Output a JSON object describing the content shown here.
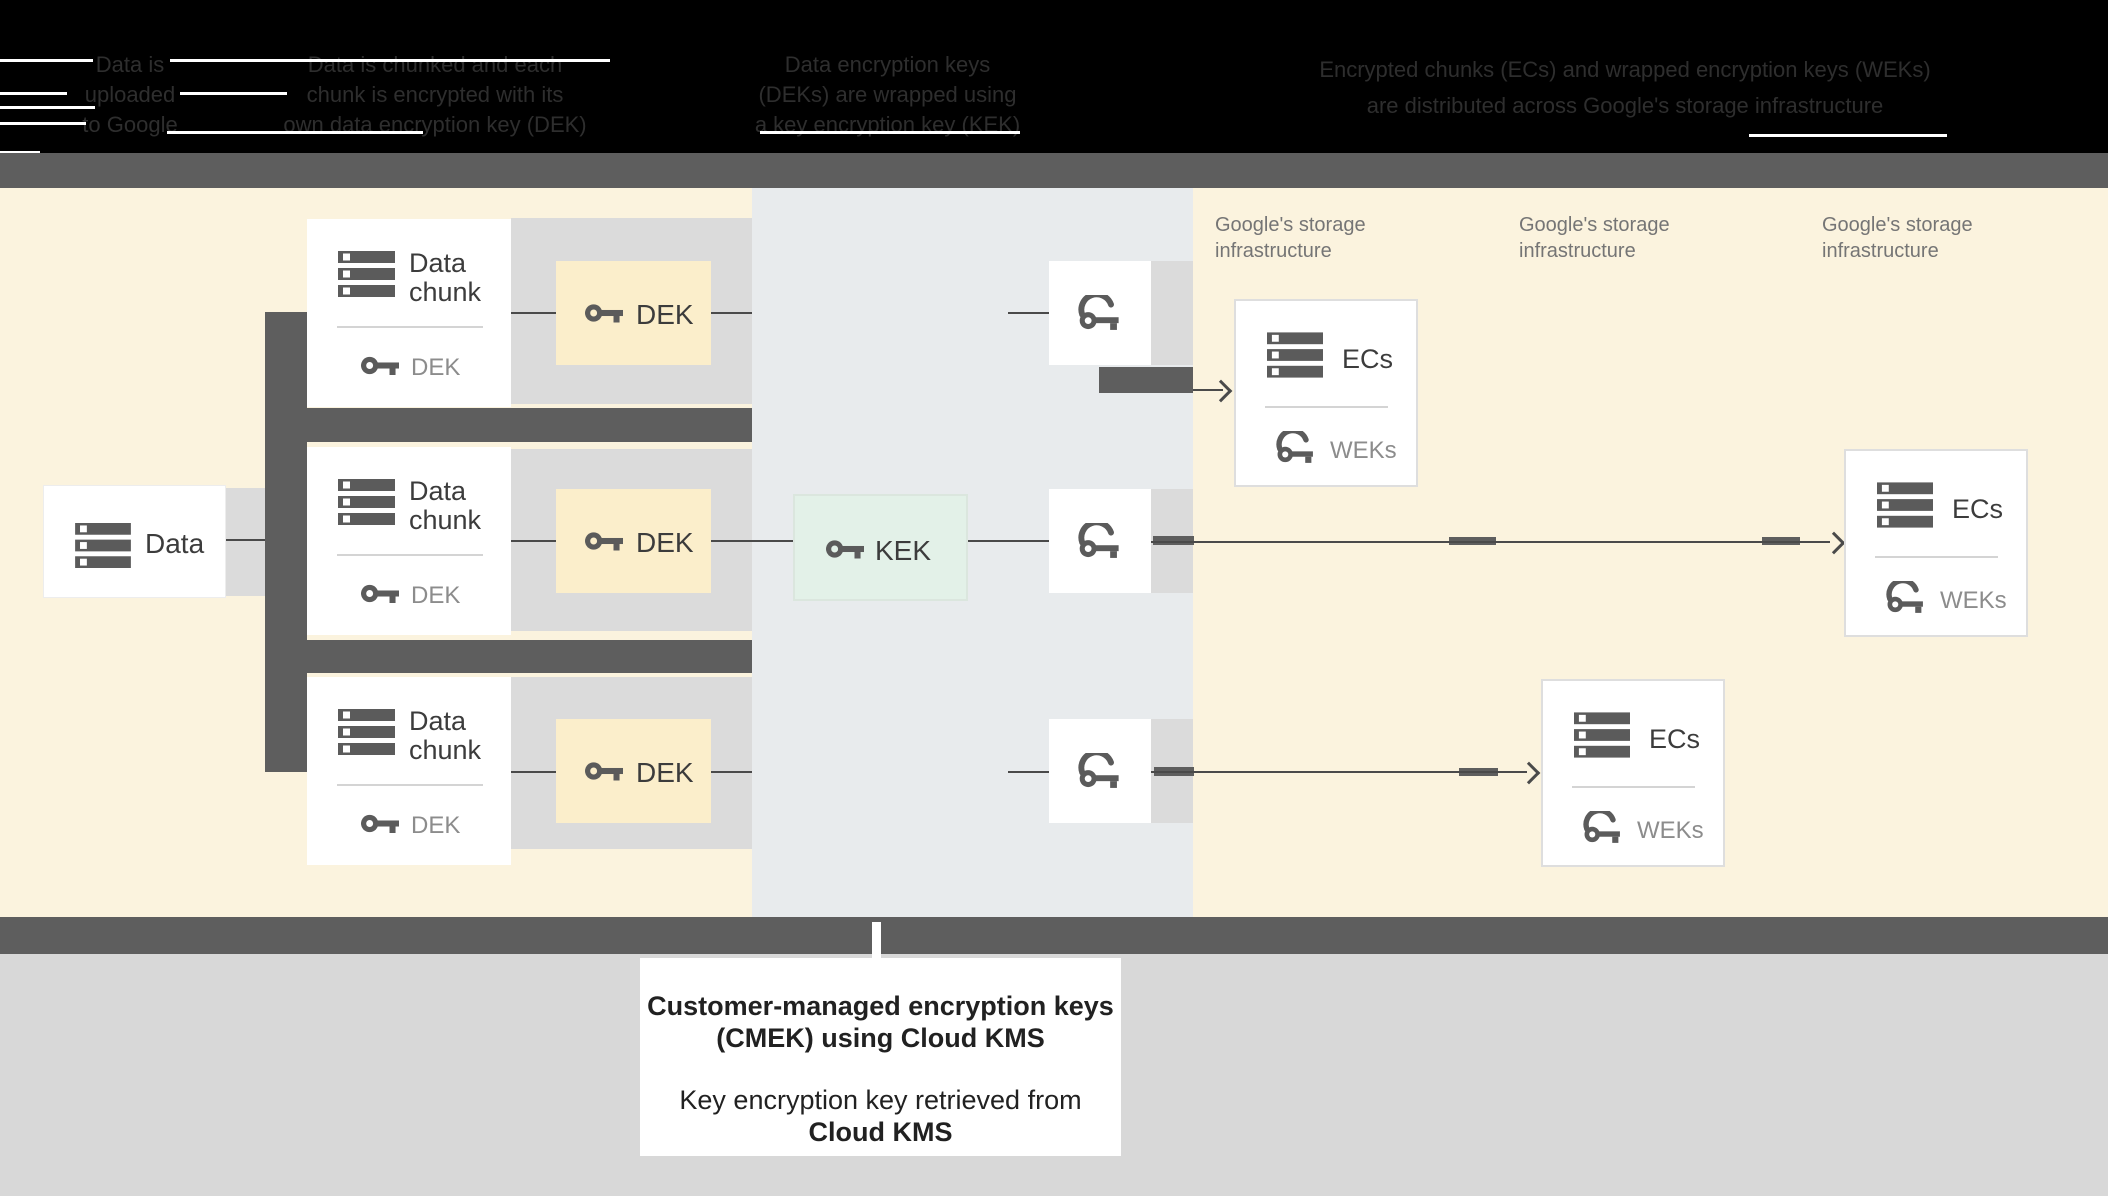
{
  "header": {
    "notes": [
      {
        "lines": [
          "Data is",
          "uploaded",
          "to Google"
        ]
      },
      {
        "lines": [
          "Data is chunked and each",
          "chunk is encrypted with its",
          "own data encryption key (DEK)"
        ]
      },
      {
        "lines": [
          "Data encryption keys",
          "(DEKs) are wrapped using",
          "a key encryption key (KEK)"
        ]
      },
      {
        "lines": [
          "Encrypted chunks (ECs) and wrapped encryption keys (WEKs)",
          "are distributed across Google's storage infrastructure"
        ]
      }
    ]
  },
  "diagram": {
    "data_card": {
      "label": "Data"
    },
    "chunk_cards": [
      {
        "title": "Data chunk",
        "sublabel": "DEK"
      },
      {
        "title": "Data chunk",
        "sublabel": "DEK"
      },
      {
        "title": "Data chunk",
        "sublabel": "DEK"
      }
    ],
    "dek_boxes": [
      {
        "label": "DEK"
      },
      {
        "label": "DEK"
      },
      {
        "label": "DEK"
      }
    ],
    "kek_box": {
      "label": "KEK"
    },
    "storage_labels": [
      {
        "line1": "Google's storage",
        "line2": "infrastructure"
      },
      {
        "line1": "Google's storage",
        "line2": "infrastructure"
      },
      {
        "line1": "Google's storage",
        "line2": "infrastructure"
      }
    ],
    "ec_cards": [
      {
        "title": "ECs",
        "sublabel": "WEKs"
      },
      {
        "title": "ECs",
        "sublabel": "WEKs"
      },
      {
        "title": "ECs",
        "sublabel": "WEKs"
      }
    ]
  },
  "caption": {
    "title_line1": "Customer-managed encryption keys",
    "title_line2": "(CMEK) using Cloud KMS",
    "body_line1": "Key encryption key retrieved from",
    "body_line2": "Cloud KMS"
  },
  "colors": {
    "cream_background": "#FBF3DE",
    "dek_yellow": "#FBEECB",
    "kms_panel_blue_gray": "#E8EBED",
    "kek_mint": "#E3F1E8",
    "band_gray": "#DBDBDB",
    "connector_dark_gray": "#5E5E5E",
    "footer_gray": "#D8D8D8",
    "icon_gray": "#5B5B5B"
  }
}
